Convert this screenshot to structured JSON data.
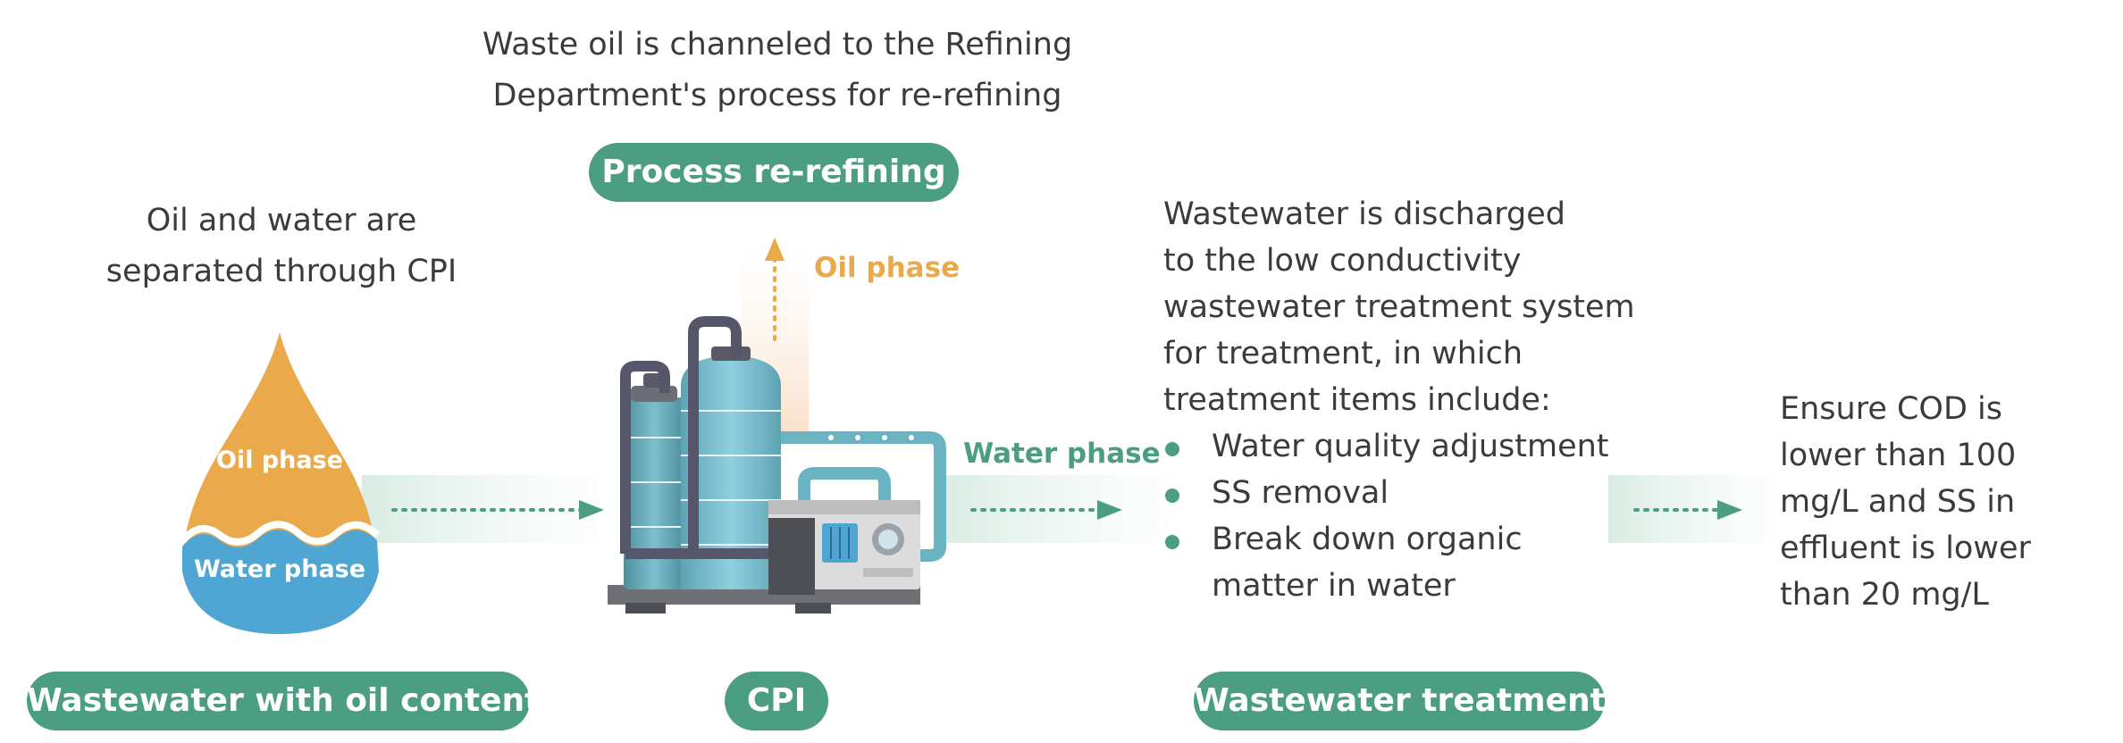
{
  "colors": {
    "accent_green": "#4c9e82",
    "oil_orange": "#eaa94a",
    "water_blue": "#4fa6d2"
  },
  "top_note": {
    "line1": "Waste oil is channeled to the Refining",
    "line2": "Department's process for re-refining"
  },
  "process_label": "Process re-refining",
  "oil_phase_label": "Oil phase",
  "water_phase_label": "Water phase",
  "cpi_note": {
    "line1": "Oil and water are",
    "line2": "separated through CPI"
  },
  "drop": {
    "oil_label": "Oil phase",
    "water_label": "Water phase"
  },
  "treatment_note": {
    "lines": [
      "Wastewater is discharged",
      "to the low conductivity",
      "wastewater treatment system",
      "for treatment, in which",
      "treatment items include:"
    ],
    "items": [
      "Water quality adjustment",
      "SS removal",
      "Break down organic\nmatter in water"
    ]
  },
  "result_note": {
    "lines": [
      "Ensure COD is",
      "lower than 100",
      "mg/L and SS in",
      "effluent is lower",
      "than 20 mg/L"
    ]
  },
  "bottom_labels": {
    "wastewater_oil": "Wastewater with oil content",
    "cpi": "CPI",
    "treatment": "Wastewater treatment"
  }
}
